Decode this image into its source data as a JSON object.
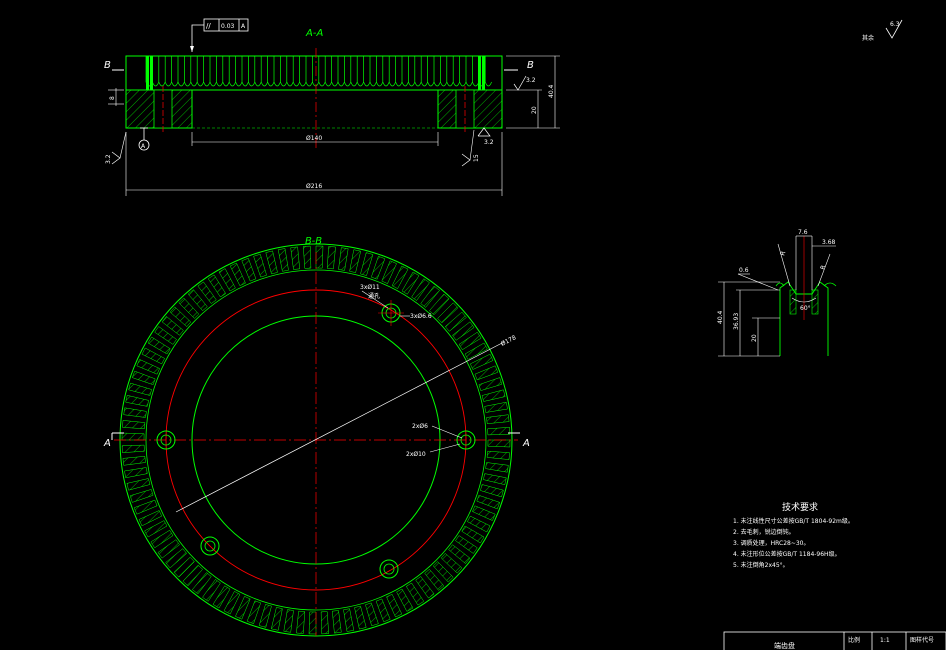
{
  "colors": {
    "background": "#000000",
    "outline": "#00ff00",
    "hatch": "#00ff00",
    "center_line": "#ff0000",
    "dimension": "#ffffff",
    "text": "#ffffff",
    "section_label": "#00ff00"
  },
  "section_aa": {
    "title": "A-A",
    "marker_left": "B",
    "marker_right": "B",
    "tolerance_symbol": "//",
    "tolerance_value": "0.03",
    "datum": "A",
    "datum_flag": "A",
    "dim_bore": "Ø140",
    "dim_outer": "Ø216",
    "dim_total_height": "40.4",
    "dim_lower_height": "20",
    "dim_left_step": "8",
    "dim_chamfer": "15",
    "rough_top": "3.2",
    "rough_bottom": "3.2",
    "rough_left": "3.2"
  },
  "section_bb": {
    "title": "B-B",
    "marker_left": "A",
    "marker_right": "A",
    "dim_diameter": "Ø178",
    "hole_note_1": "3xØ11",
    "hole_note_1b": "通孔",
    "hole_note_2": "3xØ6.6",
    "hole_note_3": "2xØ6",
    "hole_note_4": "2xØ10"
  },
  "roughness_note": {
    "label": "其余",
    "value": "6.3"
  },
  "detail_view": {
    "dim_top_width": "7.6",
    "dim_top_right": "3.68",
    "dim_left_chamfer": "0.6",
    "dim_angle_left": "R",
    "dim_angle_right": "R",
    "dim_height_total": "40.4",
    "dim_height_mid": "36.93",
    "dim_height_low": "20",
    "dim_tooth_angle": "60°"
  },
  "tech_requirements": {
    "title": "技术要求",
    "items": [
      "1. 未注线性尺寸公差按GB/T 1804-92m级。",
      "2. 去毛刺，锐边倒钝。",
      "3. 调质处理，HRC28~30。",
      "4. 未注形位公差按GB/T 1184-96H级。",
      "5. 未注倒角2x45°。"
    ]
  },
  "title_block": {
    "part_name": "端齿盘",
    "scale_label": "比例",
    "scale_value": "1:1",
    "drawing_no_label": "图样代号"
  }
}
